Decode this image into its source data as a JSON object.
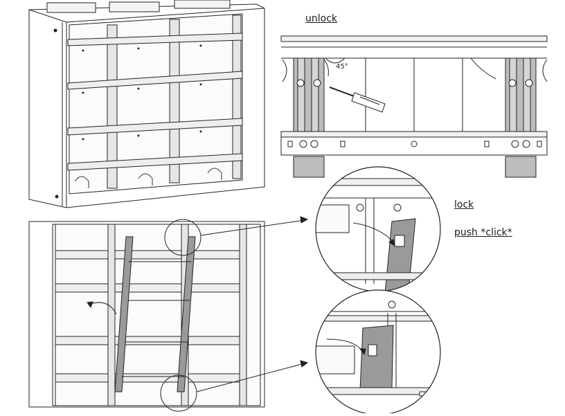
{
  "labels": {
    "unlock": "unlock",
    "lock": "lock",
    "push_click": "push *click*",
    "angle": "45°"
  }
}
